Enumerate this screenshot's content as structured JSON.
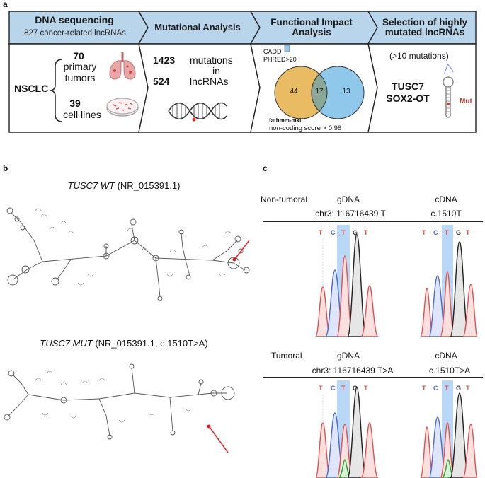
{
  "panel_a": {
    "letter": "a",
    "steps": [
      {
        "title": "DNA sequencing",
        "subtitle": "827 cancer-related lncRNAs"
      },
      {
        "title": "Mutational Analysis"
      },
      {
        "title": "Functional Impact Analysis"
      },
      {
        "title": "Selection of highly mutated lncRNAs"
      }
    ],
    "nsclc": "NSCLC",
    "tumors_count": "70",
    "tumors_label_1": "primary",
    "tumors_label_2": "tumors",
    "lines_count": "39",
    "lines_label": "cell lines",
    "mutations_count": "1423",
    "mutations_label": "mutations",
    "in_label": "in",
    "lncrna_count": "524",
    "lncrna_label": "lncRNAs",
    "cadd_label_1": "CADD",
    "cadd_label_2": "PHRED>20",
    "venn_left": "44",
    "venn_mid": "17",
    "venn_right": "13",
    "fathmm_label": "fathmm-mkl",
    "noncoding_label": "non-coding score > 0.98",
    "threshold_label": "(>10 mutations)",
    "gene1": "TUSC7",
    "gene2": "SOX2-OT",
    "mut_label": "Mut",
    "colors": {
      "header_bg": "#b9d5ec",
      "venn_left": "#e9bc64",
      "venn_right": "#8fc8ea",
      "venn_overlap": "#8aa897",
      "mut": "#c0392b"
    }
  },
  "panel_b": {
    "letter": "b",
    "wt_gene": "TUSC7 WT",
    "wt_acc": "(NR_015391.1)",
    "mut_gene": "TUSC7 MUT",
    "mut_acc": "(NR_015391.1, c.1510T>A)"
  },
  "panel_c": {
    "letter": "c",
    "nontumoral_label": "Non-tumoral",
    "tumoral_label": "Tumoral",
    "gdna_label": "gDNA",
    "cdna_label": "cDNA",
    "nt_gdna_pos": "chr3: 116716439 T",
    "nt_cdna_pos": "c.1510T",
    "t_gdna_pos": "chr3: 116716439 T>A",
    "t_cdna_pos": "c.1510T>A",
    "sequence": [
      "T",
      "C",
      "T",
      "G",
      "T"
    ]
  }
}
